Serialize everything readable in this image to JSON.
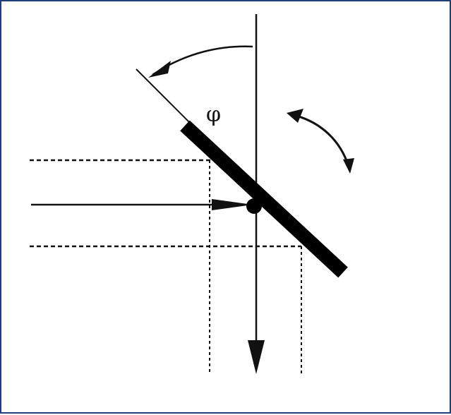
{
  "diagram": {
    "angle_label": "φ",
    "colors": {
      "line": "#111111",
      "mirror": "#000000",
      "border": "#1f3f78",
      "background": "#ffffff"
    },
    "elements": {
      "mirror": "tilted-plate",
      "incident_beam": "solid-arrow",
      "reflected_beam": "down-arrow",
      "rotation_indicator": "curved-double-arrow"
    }
  }
}
